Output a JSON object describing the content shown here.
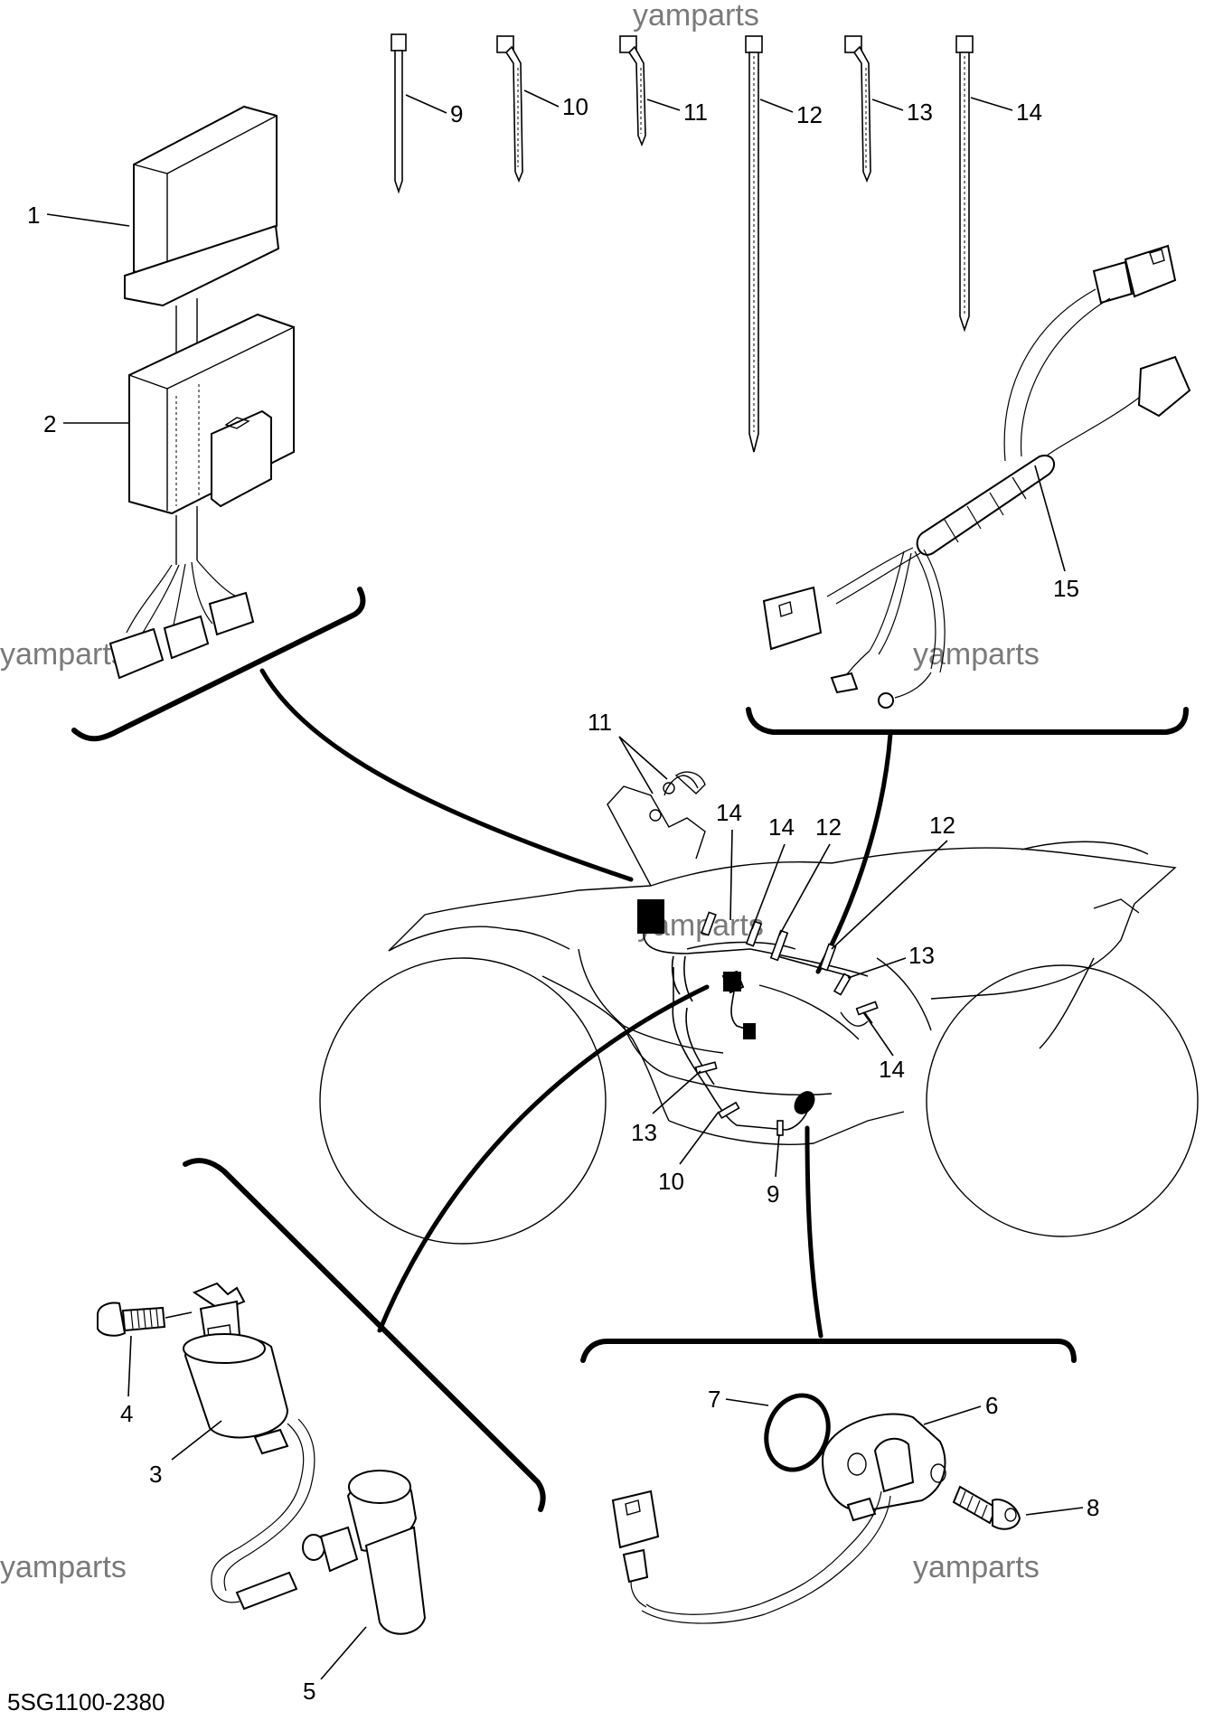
{
  "watermark": "yamparts",
  "diagram_code": "5SG1100-2380",
  "callouts": {
    "c1": "1",
    "c2": "2",
    "c3": "3",
    "c4": "4",
    "c5": "5",
    "c6": "6",
    "c7": "7",
    "c8": "8",
    "c9": "9",
    "c10": "10",
    "c11": "11",
    "c12": "12",
    "c13": "13",
    "c14": "14",
    "c15": "15"
  }
}
